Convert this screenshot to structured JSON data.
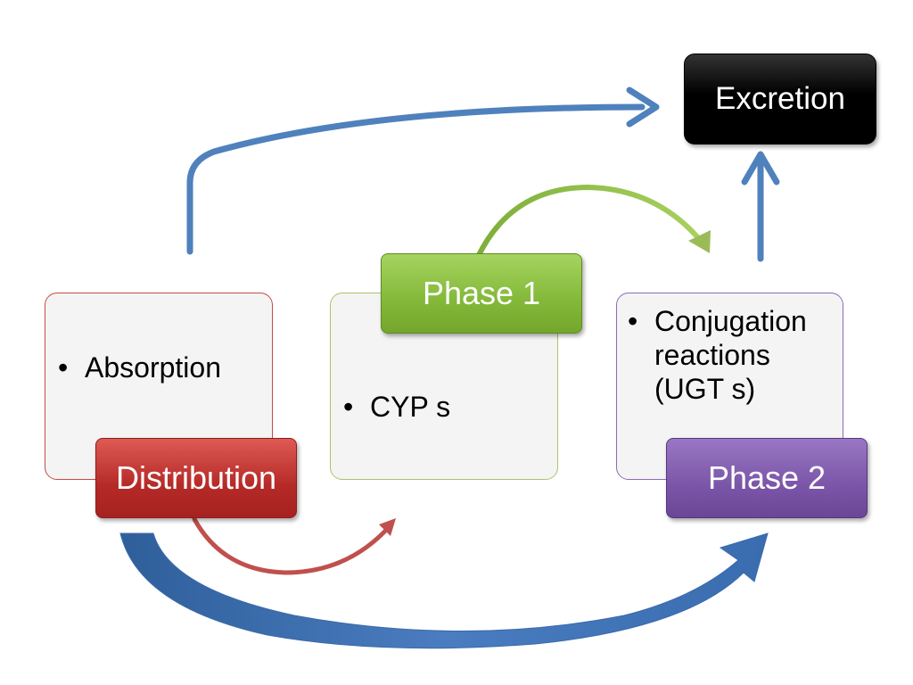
{
  "nodes": {
    "absorption_card": {
      "bullets": [
        "Absorption"
      ]
    },
    "distribution_label": "Distribution",
    "cyp_card": {
      "bullets": [
        "CYP s"
      ]
    },
    "phase1_label": "Phase 1",
    "conjugation_card": {
      "bullets": [
        "Conjugation reactions (UGT s)"
      ]
    },
    "phase2_label": "Phase 2",
    "excretion_label": "Excretion"
  },
  "colors": {
    "flow_arrow_blue": "#4f81bd",
    "distribution_red": "#c0504d",
    "phase1_green": "#9bbb59",
    "phase2_purple": "#8064a2",
    "excretion_black": "#000000"
  }
}
